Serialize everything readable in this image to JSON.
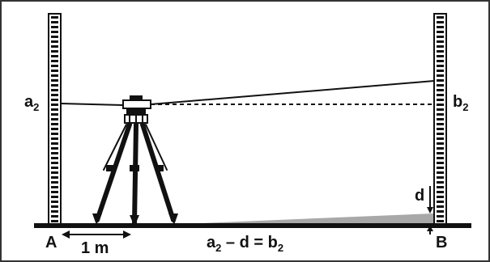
{
  "labels": {
    "a_main": "a",
    "a_sub": "2",
    "b_main": "b",
    "b_sub": "2",
    "d": "d",
    "point_a": "A",
    "point_b": "B",
    "distance": "1 m",
    "eq_a": "a",
    "eq_a_sub": "2",
    "eq_mid": " – d = ",
    "eq_b": "b",
    "eq_b_sub": "2"
  },
  "colors": {
    "ink": "#111111",
    "ground_wedge": "#a8a8a8",
    "border": "#333333"
  }
}
